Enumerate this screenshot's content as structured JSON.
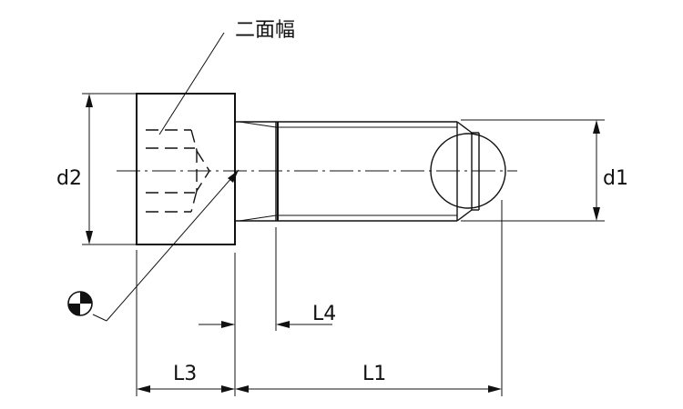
{
  "labels": {
    "width_across_flats": "二面幅",
    "head_diameter": "d2",
    "thread_diameter": "d1",
    "length_L1": "L1",
    "length_L3": "L3",
    "length_L4": "L4"
  },
  "symbols": {
    "center_of_gravity": "center-of-gravity-icon"
  }
}
